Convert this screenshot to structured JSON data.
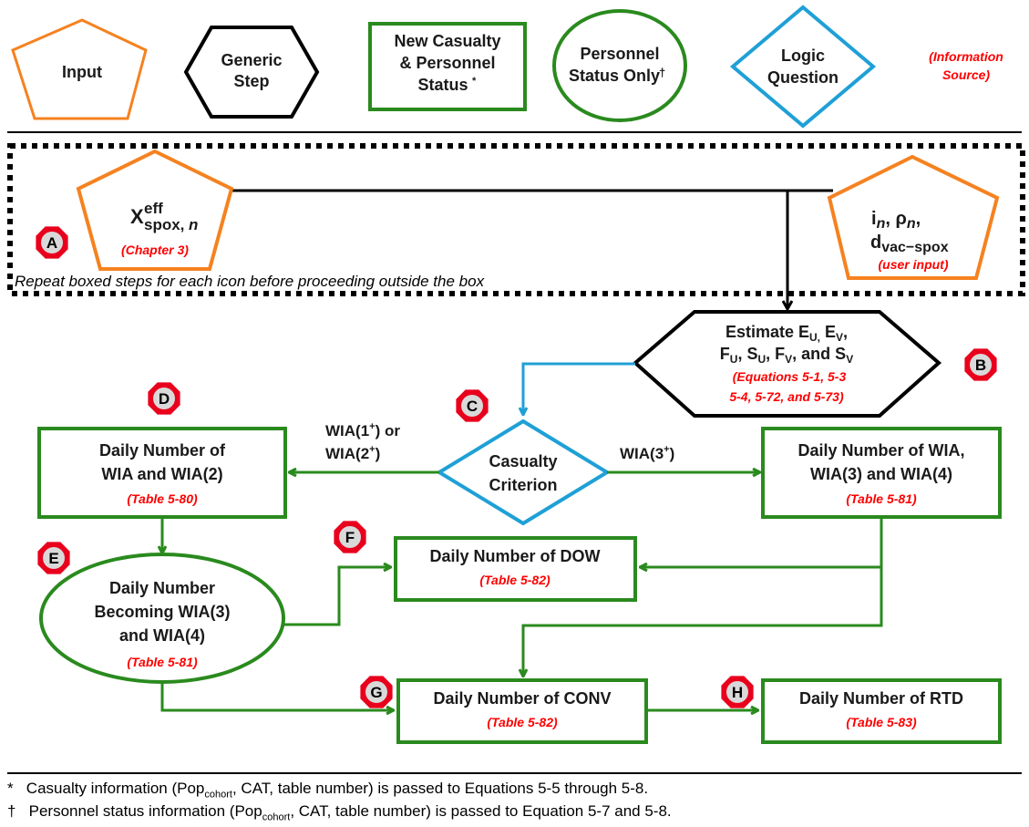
{
  "legend": {
    "input": "Input",
    "generic_step": [
      "Generic",
      "Step"
    ],
    "new_casualty": [
      "New Casualty",
      "& Personnel",
      "Status"
    ],
    "new_casualty_mark": "*",
    "personnel_status": [
      "Personnel",
      "Status Only"
    ],
    "personnel_status_mark": "†",
    "logic_question": [
      "Logic",
      "Question"
    ],
    "info_source": [
      "(Information",
      "Source)"
    ]
  },
  "repeat_note": "Repeat boxed steps for each icon before proceeding outside the box",
  "nodes": {
    "x_spox": {
      "base": "X",
      "sup": "eff",
      "sub": "spox,",
      "sub_italic": "n",
      "source": "(Chapter 3)"
    },
    "user_input": {
      "line1_i": "i",
      "line1_n": "n",
      "line1_sep": ", ρ",
      "line1_n2": "n",
      "line1_end": ",",
      "line2_d": "d",
      "line2_sub": "vac−spox",
      "source": "(user input)"
    },
    "estimate": {
      "l1": "Estimate E",
      "l1a": "U,",
      "l1b": " E",
      "l1c": "V",
      "l1d": ",",
      "l2a": "F",
      "l2b": "U",
      "l2c": ", S",
      "l2d": "U",
      "l2e": ", F",
      "l2f": "V",
      "l2g": ", and S",
      "l2h": "V",
      "source1": "(Equations  5-1, 5-3",
      "source2": "5-4, 5-72, and 5-73)"
    },
    "criterion": [
      "Casualty",
      "Criterion"
    ],
    "wia12": {
      "l1": "Daily Number of",
      "l2": "WIA  and WIA(2)",
      "source": "(Table 5-80)"
    },
    "wia34": {
      "l1": "Daily Number of WIA,",
      "l2": "WIA(3) and WIA(4)",
      "source": "(Table 5-81)"
    },
    "becoming": {
      "l1": "Daily Number",
      "l2": "Becoming WIA(3)",
      "l3": "and WIA(4)",
      "source": "(Table 5-81)"
    },
    "dow": {
      "l1": "Daily Number of DOW",
      "source": "(Table 5-82)"
    },
    "conv": {
      "l1": "Daily Number of CONV",
      "source": "(Table 5-82)"
    },
    "rtd": {
      "l1": "Daily Number of RTD",
      "source": "(Table 5-83)"
    }
  },
  "edge_labels": {
    "left_a": "WIA(1",
    "left_a_sup": "+",
    "left_a_end": ") or",
    "left_b": "WIA(2",
    "left_b_sup": "+",
    "left_b_end": ")",
    "right_a": "WIA(3",
    "right_a_sup": "+",
    "right_a_end": ")"
  },
  "badges": [
    "A",
    "B",
    "C",
    "D",
    "E",
    "F",
    "G",
    "H"
  ],
  "footnotes": {
    "f1_mark": "*",
    "f1_a": "Casualty information (Pop",
    "f1_sub": "cohort",
    "f1_b": ", CAT, table number) is passed to Equations 5-5 through 5-8.",
    "f2_mark": "†",
    "f2_a": "Personnel status information (Pop",
    "f2_sub": "cohort",
    "f2_b": ", CAT, table number) is passed to Equation 5-7 and 5-8."
  },
  "colors": {
    "input": "#f58220",
    "generic": "#000000",
    "casualty": "#2a8a1e",
    "logic": "#1fa0d6",
    "source_text": "#ff0000",
    "badge_fill": "#e8001c",
    "badge_inner": "#d9d9d9"
  }
}
